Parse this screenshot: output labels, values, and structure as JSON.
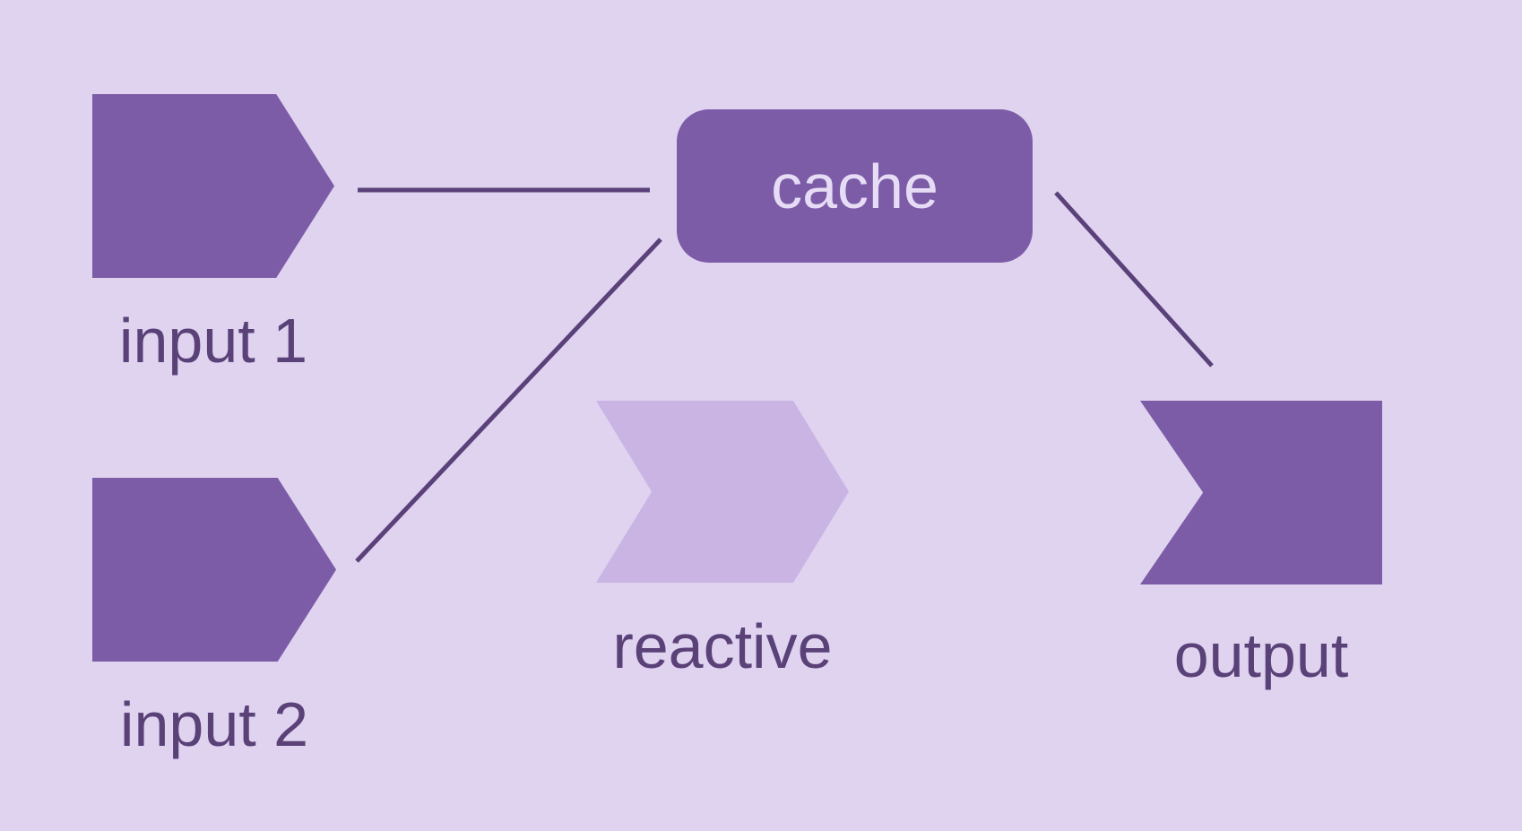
{
  "diagram": {
    "nodes": [
      {
        "id": "input1",
        "label": "input 1",
        "shape": "input-arrow",
        "state": "active"
      },
      {
        "id": "input2",
        "label": "input 2",
        "shape": "input-arrow",
        "state": "active"
      },
      {
        "id": "cache",
        "label": "cache",
        "shape": "rounded-rect",
        "state": "active"
      },
      {
        "id": "reactive",
        "label": "reactive",
        "shape": "chevron",
        "state": "faded"
      },
      {
        "id": "output",
        "label": "output",
        "shape": "output-flag",
        "state": "active"
      }
    ],
    "edges": [
      {
        "from": "input1",
        "to": "cache"
      },
      {
        "from": "input2",
        "to": "cache"
      },
      {
        "from": "cache",
        "to": "output"
      }
    ]
  },
  "colors": {
    "background": "#DFD3F0",
    "node_fill": "#7C5BA7",
    "node_faded_fill": "#C9B4E3",
    "label_text": "#5A4178",
    "cache_label_text": "#E6DCF5",
    "edge_stroke": "#5B4179"
  }
}
